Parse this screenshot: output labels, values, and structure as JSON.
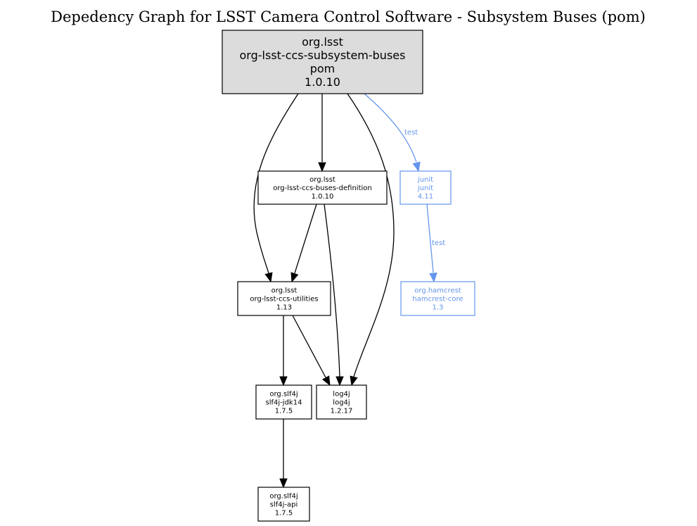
{
  "title": "Depedency Graph for LSST Camera Control Software - Subsystem Buses (pom)",
  "colors": {
    "compile": "#000000",
    "test": "#6495ed",
    "root_fill": "#dcdcdc",
    "node_fill": "#ffffff"
  },
  "nodes": [
    {
      "id": "root",
      "lines": [
        "org.lsst",
        "org-lsst-ccs-subsystem-buses",
        "pom",
        "1.0.10"
      ],
      "kind": "root"
    },
    {
      "id": "buses-definition",
      "lines": [
        "org.lsst",
        "org-lsst-ccs-buses-definition",
        "1.0.10"
      ],
      "kind": "compile"
    },
    {
      "id": "junit",
      "lines": [
        "junit",
        "junit",
        "4.11"
      ],
      "kind": "test"
    },
    {
      "id": "ccs-utilities",
      "lines": [
        "org.lsst",
        "org-lsst-ccs-utilities",
        "1.13"
      ],
      "kind": "compile"
    },
    {
      "id": "hamcrest-core",
      "lines": [
        "org.hamcrest",
        "hamcrest-core",
        "1.3"
      ],
      "kind": "test"
    },
    {
      "id": "slf4j-jdk14",
      "lines": [
        "org.slf4j",
        "slf4j-jdk14",
        "1.7.5"
      ],
      "kind": "compile"
    },
    {
      "id": "log4j",
      "lines": [
        "log4j",
        "log4j",
        "1.2.17"
      ],
      "kind": "compile"
    },
    {
      "id": "slf4j-api",
      "lines": [
        "org.slf4j",
        "slf4j-api",
        "1.7.5"
      ],
      "kind": "compile"
    }
  ],
  "edges": [
    {
      "from": "root",
      "to": "buses-definition",
      "scope": "compile",
      "label": ""
    },
    {
      "from": "root",
      "to": "ccs-utilities",
      "scope": "compile",
      "label": ""
    },
    {
      "from": "root",
      "to": "log4j",
      "scope": "compile",
      "label": ""
    },
    {
      "from": "root",
      "to": "junit",
      "scope": "test",
      "label": "test"
    },
    {
      "from": "junit",
      "to": "hamcrest-core",
      "scope": "test",
      "label": "test"
    },
    {
      "from": "buses-definition",
      "to": "ccs-utilities",
      "scope": "compile",
      "label": ""
    },
    {
      "from": "buses-definition",
      "to": "log4j",
      "scope": "compile",
      "label": ""
    },
    {
      "from": "ccs-utilities",
      "to": "slf4j-jdk14",
      "scope": "compile",
      "label": ""
    },
    {
      "from": "ccs-utilities",
      "to": "log4j",
      "scope": "compile",
      "label": ""
    },
    {
      "from": "slf4j-jdk14",
      "to": "slf4j-api",
      "scope": "compile",
      "label": ""
    }
  ]
}
